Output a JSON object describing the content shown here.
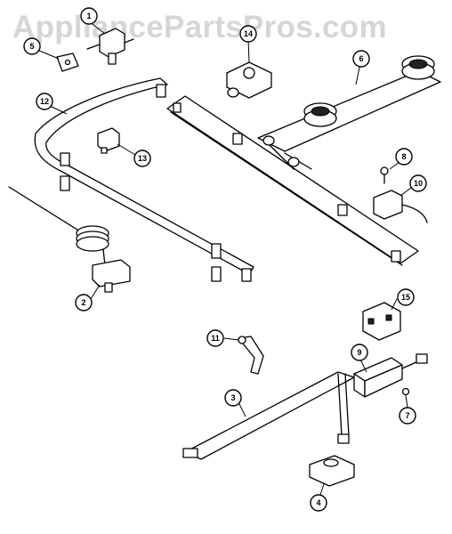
{
  "watermark": {
    "text": "AppliancePartsPros.com"
  },
  "callouts": [
    {
      "id": "c1",
      "label": "1"
    },
    {
      "id": "c2",
      "label": "2"
    },
    {
      "id": "c3",
      "label": "3"
    },
    {
      "id": "c4",
      "label": "4"
    },
    {
      "id": "c5",
      "label": "5"
    },
    {
      "id": "c6",
      "label": "6"
    },
    {
      "id": "c7",
      "label": "7"
    },
    {
      "id": "c8",
      "label": "8"
    },
    {
      "id": "c9",
      "label": "9"
    },
    {
      "id": "c10",
      "label": "10"
    },
    {
      "id": "c11",
      "label": "11"
    },
    {
      "id": "c12",
      "label": "12"
    },
    {
      "id": "c13",
      "label": "13"
    },
    {
      "id": "c14",
      "label": "14"
    },
    {
      "id": "c15",
      "label": "15"
    }
  ]
}
